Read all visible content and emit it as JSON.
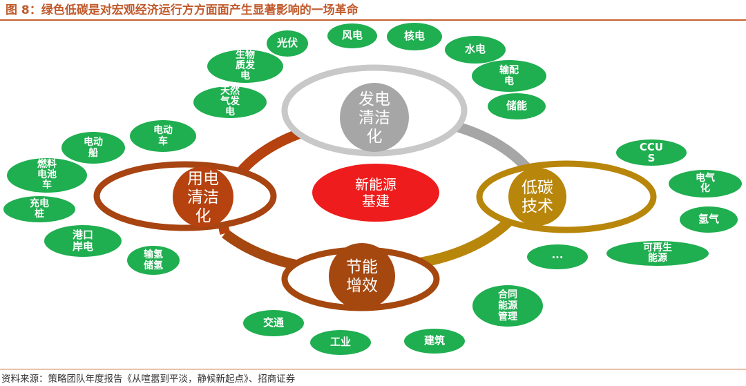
{
  "title": "图 8：绿色低碳是对宏观经济运行方方面面产生显著影响的一场革命",
  "source": "资料来源：策略团队年度报告《从喧嚣到平淡，静候新起点》、招商证券",
  "center": {
    "lines": [
      "新能源",
      "基建"
    ]
  },
  "hubs": {
    "generation": {
      "lines": [
        "发电",
        "清洁",
        "化"
      ]
    },
    "consumption": {
      "lines": [
        "用电",
        "清洁",
        "化"
      ]
    },
    "lowcarbon": {
      "lines": [
        "低碳",
        "技术"
      ]
    },
    "efficiency": {
      "lines": [
        "节能",
        "增效"
      ]
    }
  },
  "colors": {
    "generation": "#a6a6a6",
    "consumption": "#b5420f",
    "lowcarbon": "#b8860b",
    "efficiency": "#a54810",
    "center": "#ee1c1c",
    "leaf": "#1fae50",
    "title": "#c05a2c"
  },
  "leaves": {
    "guangfu": {
      "lines": [
        "光伏"
      ]
    },
    "fengdian": {
      "lines": [
        "风电"
      ]
    },
    "hedian": {
      "lines": [
        "核电"
      ]
    },
    "shuidian": {
      "lines": [
        "水电"
      ]
    },
    "shupeidian": {
      "lines": [
        "输配",
        "电"
      ]
    },
    "chuneng": {
      "lines": [
        "储能"
      ]
    },
    "shengwuzhi": {
      "lines": [
        "生物",
        "质发",
        "电"
      ]
    },
    "tianranqi": {
      "lines": [
        "天然",
        "气发",
        "电"
      ]
    },
    "diandongche": {
      "lines": [
        "电动",
        "车"
      ]
    },
    "diandongchuan": {
      "lines": [
        "电动",
        "船"
      ]
    },
    "ranliaodianchi": {
      "lines": [
        "燃料",
        "电池",
        "车"
      ]
    },
    "chongdianzhuang": {
      "lines": [
        "充电",
        "桩"
      ]
    },
    "gangkou": {
      "lines": [
        "港口",
        "岸电"
      ]
    },
    "shuqing": {
      "lines": [
        "输氢",
        "储氢"
      ]
    },
    "ccus": {
      "lines": [
        "CCU",
        "S"
      ]
    },
    "dianqihua": {
      "lines": [
        "电气",
        "化"
      ]
    },
    "qingqi": {
      "lines": [
        "氢气"
      ]
    },
    "kezaisheng": {
      "lines": [
        "可再生",
        "能源"
      ]
    },
    "ellipsis": {
      "lines": [
        "..."
      ]
    },
    "hetong": {
      "lines": [
        "合同",
        "能源",
        "管理"
      ]
    },
    "jiaotong": {
      "lines": [
        "交通"
      ]
    },
    "gongye": {
      "lines": [
        "工业"
      ]
    },
    "jianzhu": {
      "lines": [
        "建筑"
      ]
    }
  }
}
